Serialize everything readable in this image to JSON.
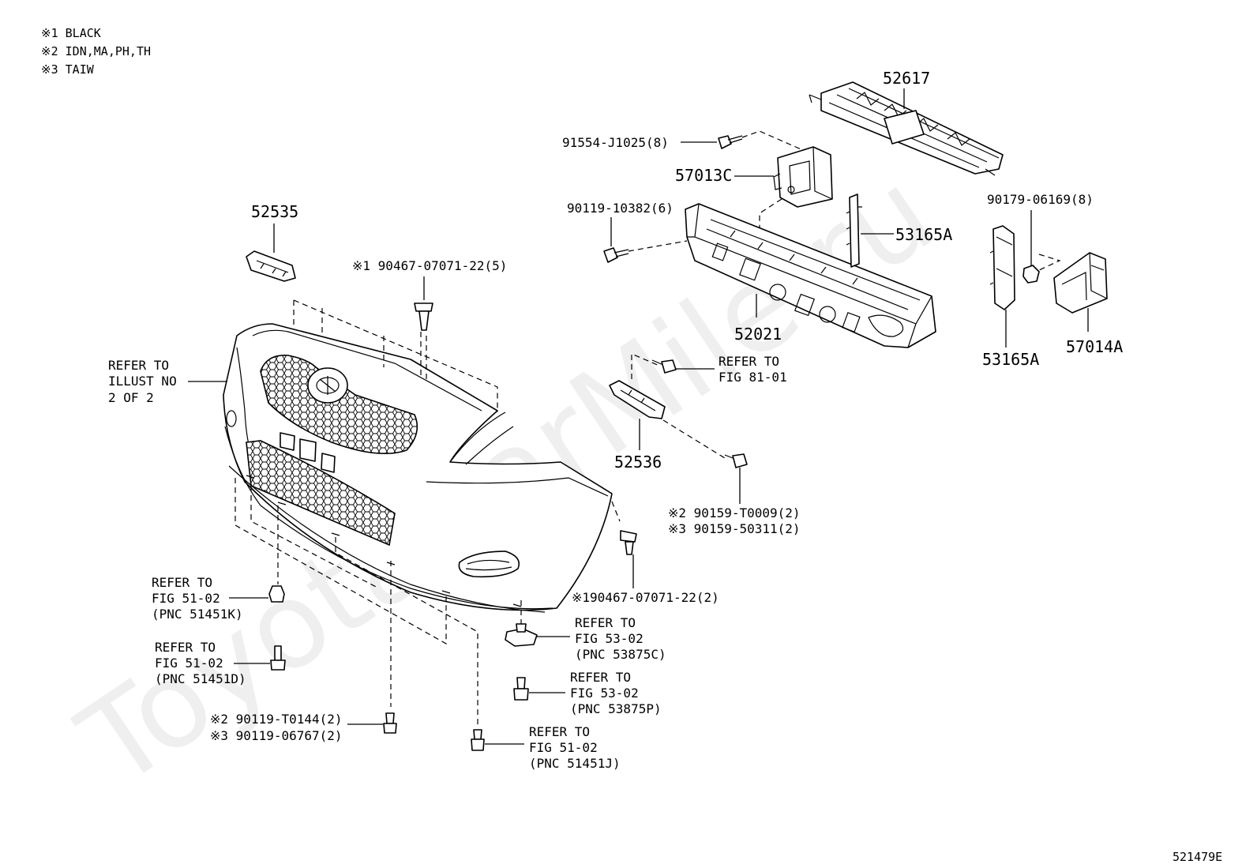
{
  "notes": [
    "※1 BLACK",
    "※2 IDN,MA,PH,TH",
    "※3 TAIW"
  ],
  "watermark": "ToyotaCarMile.ru",
  "figure_code": "521479E",
  "labels": {
    "p52617": "52617",
    "p91554": "91554-J1025(8)",
    "p57013c": "57013C",
    "p90119_10382": "90119-10382(6)",
    "p53165a_top": "53165A",
    "p90179": "90179-06169(8)",
    "p52021": "52021",
    "p53165a_bottom": "53165A",
    "p57014a": "57014A",
    "p52535": "52535",
    "p90467_top": "※1 90467-07071-22(5)",
    "p90467_bottom": "※190467-07071-22(2)",
    "p52536": "52536",
    "p90159_a": "※2 90159-T0009(2)",
    "p90159_b": "※3 90159-50311(2)",
    "p90119_t0144": "※2 90119-T0144(2)",
    "p90119_06767": "※3 90119-06767(2)"
  },
  "refs": {
    "illust": [
      "REFER TO",
      "ILLUST NO",
      "2 OF 2"
    ],
    "fig81": [
      "REFER TO",
      "FIG 81-01"
    ],
    "fig51_k": [
      "REFER TO",
      "FIG 51-02",
      "(PNC 51451K)"
    ],
    "fig51_d": [
      "REFER TO",
      "FIG 51-02",
      "(PNC 51451D)"
    ],
    "fig53_c": [
      "REFER TO",
      "FIG 53-02",
      "(PNC 53875C)"
    ],
    "fig53_p": [
      "REFER TO",
      "FIG 53-02",
      "(PNC 53875P)"
    ],
    "fig51_j": [
      "REFER TO",
      "FIG 51-02",
      "(PNC 51451J)"
    ]
  }
}
